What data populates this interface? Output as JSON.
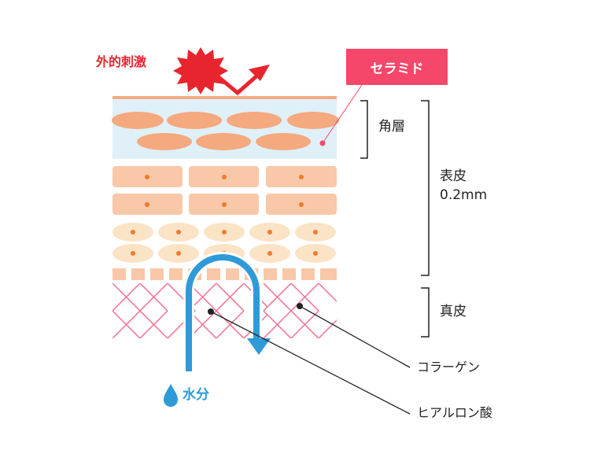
{
  "labels": {
    "external_stimulus": "外的刺激",
    "ceramide": "セラミド",
    "stratum_corneum": "角層",
    "epidermis": "表皮",
    "epidermis_thickness": "0.2mm",
    "dermis": "真皮",
    "collagen": "コラーゲン",
    "hyaluronic_acid": "ヒアルロン酸",
    "water": "水分"
  },
  "colors": {
    "stimulus_red": "#e8252e",
    "ceramide_pink": "#f5476a",
    "water_blue": "#2e9ad8",
    "corneum_bg": "#dff0f8",
    "corneum_cell": "#f4a97e",
    "spinous_cell": "#f8c8a8",
    "basal_cell": "#fbe3c6",
    "nucleus": "#f07a2a",
    "dermis_mesh": "#f07090"
  },
  "icons": [
    "burst-icon",
    "arrow-icon",
    "water-drop-icon"
  ]
}
